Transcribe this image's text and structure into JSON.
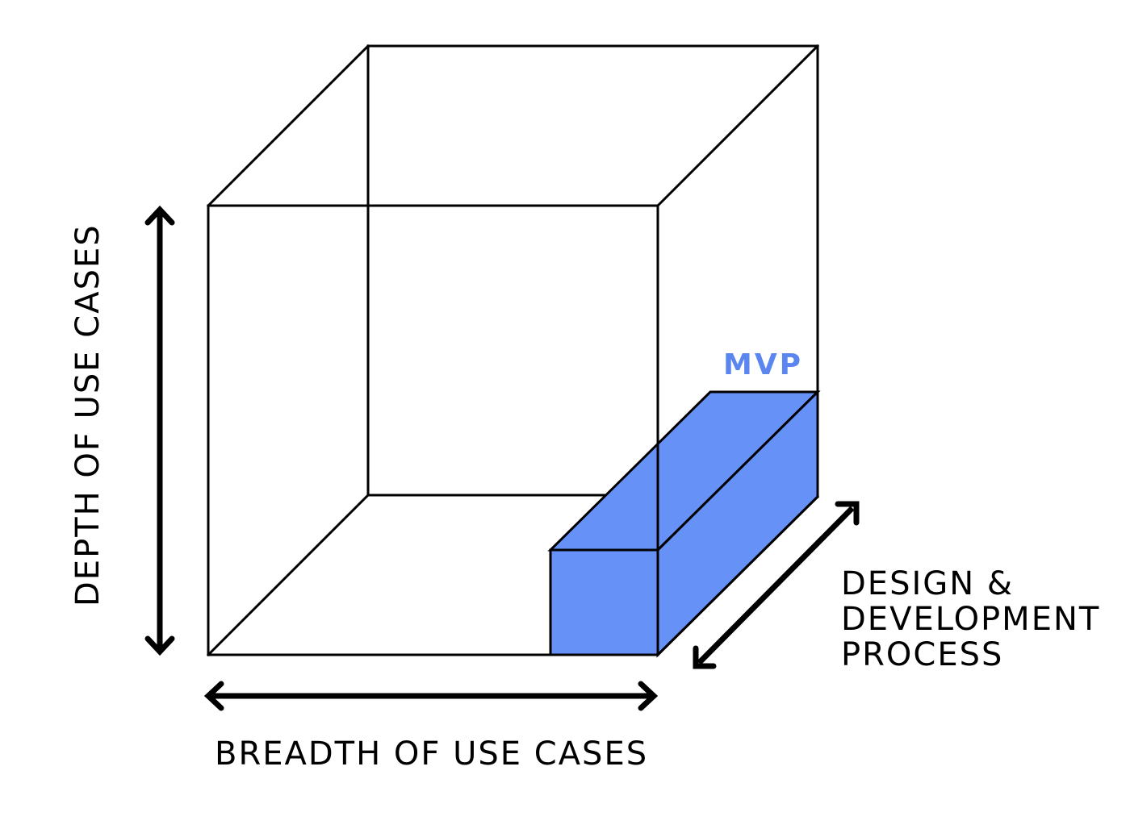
{
  "labels": {
    "depth": "DEPTH OF USE CASES",
    "breadth": "BREADTH OF USE CASES",
    "process": [
      "DESIGN &",
      "DEVELOPMENT",
      "PROCESS"
    ],
    "mvp": "MVP"
  },
  "colors": {
    "mvp_fill": "#6691F7",
    "mvp_text": "#5B86F0",
    "lines": "#000000",
    "background": "#FFFFFF"
  }
}
